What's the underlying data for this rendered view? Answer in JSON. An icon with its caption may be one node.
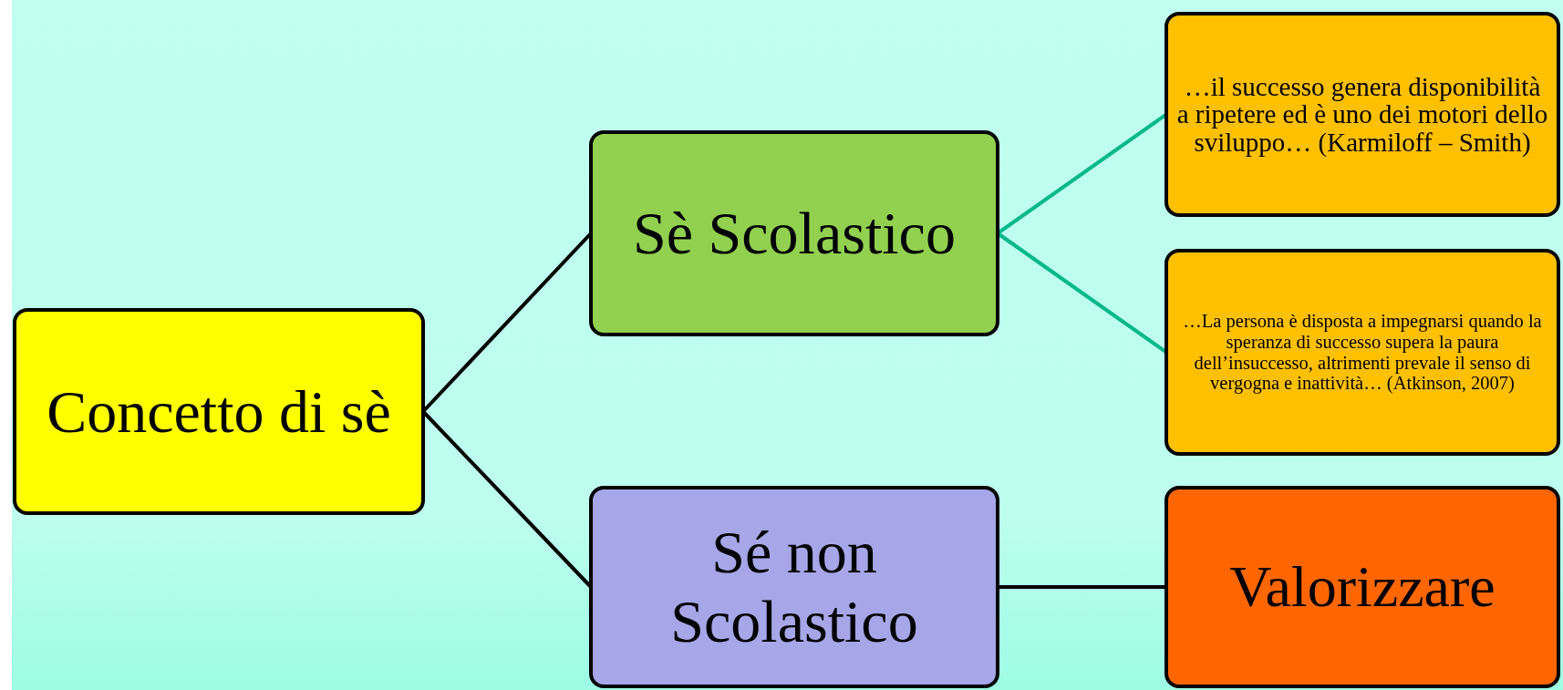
{
  "diagram": {
    "nodes": [
      {
        "text": [
          "Concetto di sè"
        ]
      },
      {
        "text": [
          "Sè Scolastico"
        ]
      },
      {
        "text": [
          "Sé non Scolastico"
        ]
      },
      {
        "text": [
          "…il successo genera disponibilità a ripetere ed è uno dei motori dello sviluppo… (Karmiloff – Smith)"
        ]
      },
      {
        "text": [
          "…La persona è disposta a impegnarsi quando la speranza di successo supera la paura dell’insuccesso, altrimenti prevale il senso di vergogna e inattività… (Atkinson, 2007)"
        ]
      },
      {
        "text": [
          "Valorizzare"
        ]
      }
    ],
    "edges": [
      {
        "from": 0,
        "to": 1,
        "arrow": "none"
      },
      {
        "from": 0,
        "to": 2,
        "arrow": "none"
      },
      {
        "from": 1,
        "to": 3,
        "arrow": "none",
        "color": "#00b88a"
      },
      {
        "from": 1,
        "to": 4,
        "arrow": "none",
        "color": "#00b88a"
      },
      {
        "from": 2,
        "to": 5,
        "arrow": "none"
      }
    ]
  }
}
